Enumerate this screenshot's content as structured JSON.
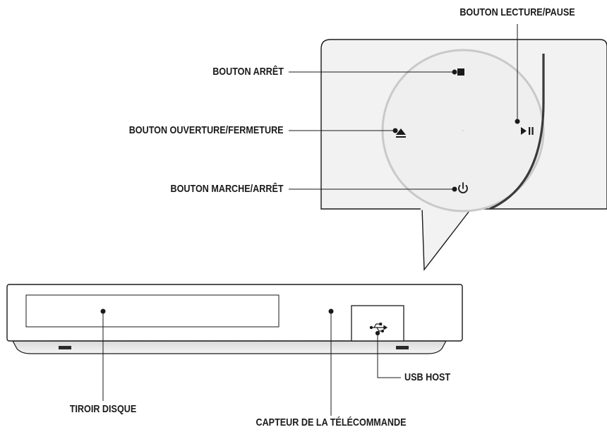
{
  "labels": {
    "play_pause": "BOUTON LECTURE/PAUSE",
    "stop": "BOUTON ARRÊT",
    "open_close": "BOUTON OUVERTURE/FERMETURE",
    "power": "BOUTON MARCHE/ARRÊT",
    "usb_host": "USB HOST",
    "disc_tray": "TIROIR DISQUE",
    "remote_sensor": "CAPTEUR DE LA TÉLÉCOMMANDE"
  },
  "icons": {
    "stop": "stop-icon",
    "eject": "eject-icon",
    "play_pause": "play-pause-icon",
    "power": "power-icon",
    "usb": "usb-icon"
  },
  "colors": {
    "line": "#1a1a1a",
    "callout_fill": "#f2f2f2",
    "device_edge": "#3a3a3a"
  }
}
